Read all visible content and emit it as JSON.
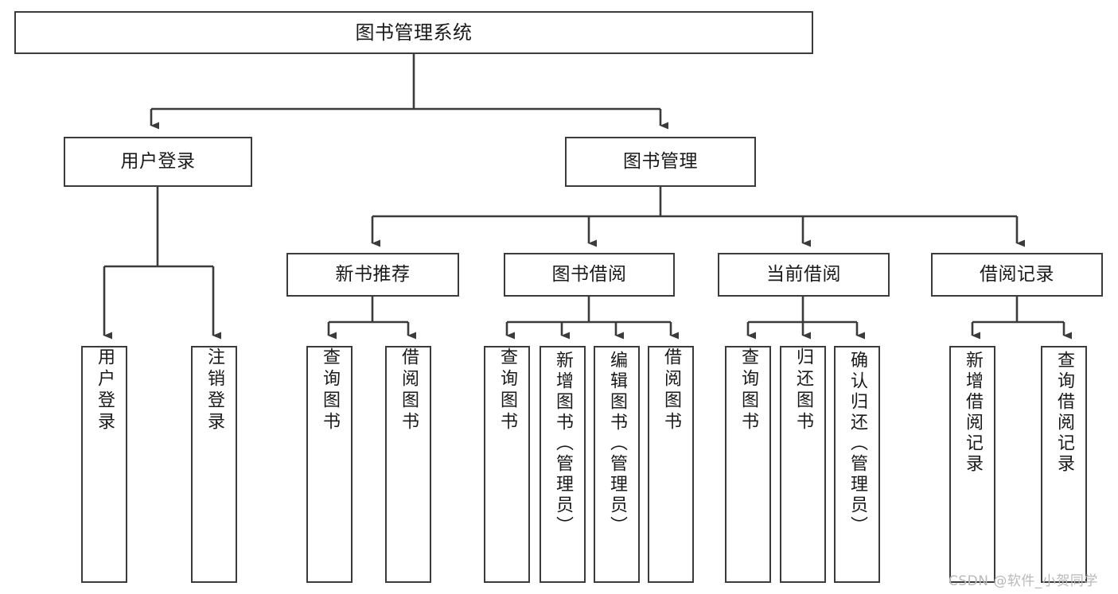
{
  "diagram": {
    "title": "图书管理系统",
    "type": "功能结构图",
    "stroke_color": "#3b3b3b",
    "fill_color": "#ffffff",
    "text_color": "#1a1a1a",
    "watermark": "CSDN @软件_小贺同学",
    "watermark_color": "#b9b9b9"
  },
  "nodes": {
    "root": {
      "label": "图书管理系统"
    },
    "level2": [
      {
        "id": "user-login",
        "label": "用户登录"
      },
      {
        "id": "book-manage",
        "label": "图书管理"
      }
    ],
    "level3": [
      {
        "id": "new-book-recommend",
        "label": "新书推荐"
      },
      {
        "id": "book-borrow",
        "label": "图书借阅"
      },
      {
        "id": "current-borrow",
        "label": "当前借阅"
      },
      {
        "id": "borrow-record",
        "label": "借阅记录"
      }
    ],
    "leaves": {
      "user_login": [
        {
          "id": "leaf-user-login",
          "label": "用户登录"
        },
        {
          "id": "leaf-logout-login",
          "label": "注销登录"
        }
      ],
      "new_book_recommend": [
        {
          "id": "leaf-query-book-1",
          "label": "查询图书"
        },
        {
          "id": "leaf-borrow-book-1",
          "label": "借阅图书"
        }
      ],
      "book_borrow": [
        {
          "id": "leaf-query-book-2",
          "label": "查询图书"
        },
        {
          "id": "leaf-add-book",
          "label": "新增图书（管理员）"
        },
        {
          "id": "leaf-edit-book",
          "label": "编辑图书（管理员）"
        },
        {
          "id": "leaf-borrow-book-2",
          "label": "借阅图书"
        }
      ],
      "current_borrow": [
        {
          "id": "leaf-query-book-3",
          "label": "查询图书"
        },
        {
          "id": "leaf-return-book",
          "label": "归还图书"
        },
        {
          "id": "leaf-confirm-return",
          "label": "确认归还（管理员）"
        }
      ],
      "borrow_record": [
        {
          "id": "leaf-add-record",
          "label": "新增借阅记录"
        },
        {
          "id": "leaf-query-record",
          "label": "查询借阅记录"
        }
      ]
    }
  },
  "chart_data": {
    "type": "diagram",
    "title": "图书管理系统",
    "layout": "top-down tree / functional decomposition",
    "levels": 4,
    "edges": [
      {
        "from": "图书管理系统",
        "to": "用户登录"
      },
      {
        "from": "图书管理系统",
        "to": "图书管理"
      },
      {
        "from": "用户登录",
        "to": "用户登录"
      },
      {
        "from": "用户登录",
        "to": "注销登录"
      },
      {
        "from": "图书管理",
        "to": "新书推荐"
      },
      {
        "from": "图书管理",
        "to": "图书借阅"
      },
      {
        "from": "图书管理",
        "to": "当前借阅"
      },
      {
        "from": "图书管理",
        "to": "借阅记录"
      },
      {
        "from": "新书推荐",
        "to": "查询图书"
      },
      {
        "from": "新书推荐",
        "to": "借阅图书"
      },
      {
        "from": "图书借阅",
        "to": "查询图书"
      },
      {
        "from": "图书借阅",
        "to": "新增图书（管理员）"
      },
      {
        "from": "图书借阅",
        "to": "编辑图书（管理员）"
      },
      {
        "from": "图书借阅",
        "to": "借阅图书"
      },
      {
        "from": "当前借阅",
        "to": "查询图书"
      },
      {
        "from": "当前借阅",
        "to": "归还图书"
      },
      {
        "from": "当前借阅",
        "to": "确认归还（管理员）"
      },
      {
        "from": "借阅记录",
        "to": "新增借阅记录"
      },
      {
        "from": "借阅记录",
        "to": "查询借阅记录"
      }
    ]
  }
}
